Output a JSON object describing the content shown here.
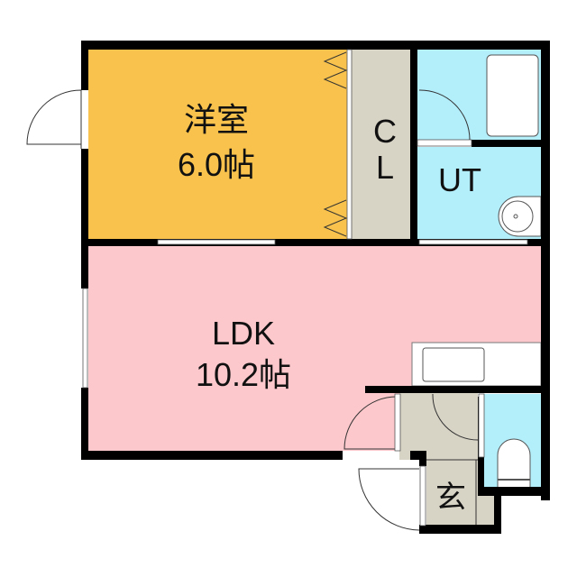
{
  "rooms": {
    "western_room": {
      "name": "洋室",
      "size": "6.0帖"
    },
    "closet": {
      "line1": "C",
      "line2": "L"
    },
    "utility": {
      "name": "UT"
    },
    "ldk": {
      "name": "LDK",
      "size": "10.2帖"
    },
    "entrance": {
      "name": "玄"
    }
  },
  "colors": {
    "western_room": "#F8C24C",
    "closet": "#D7D3C5",
    "wet_area": "#B3EEFB",
    "ldk": "#FDC8CC",
    "wall": "#000000"
  }
}
